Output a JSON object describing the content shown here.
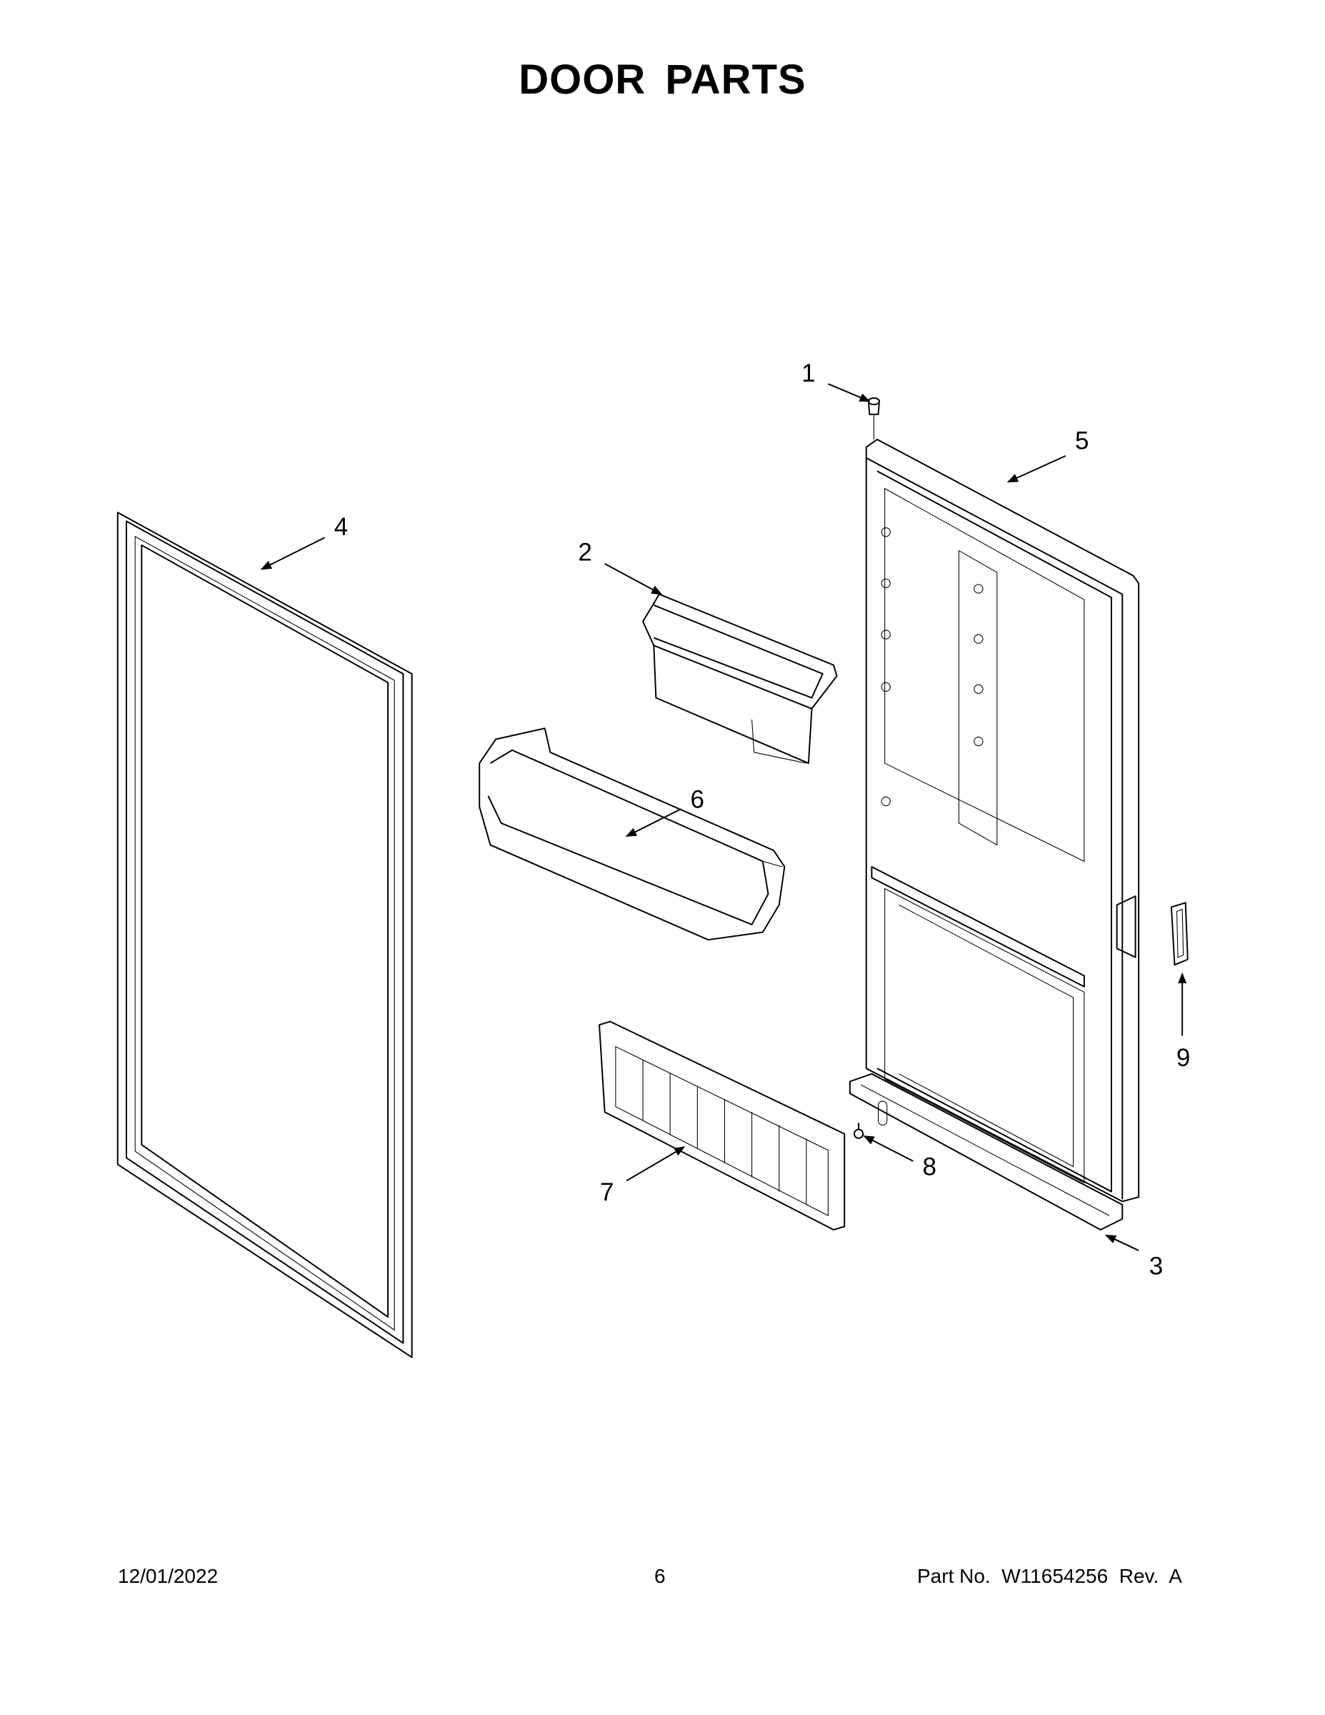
{
  "title": "DOOR PARTS",
  "footer": {
    "date": "12/01/2022",
    "page": "6",
    "part_no": "Part No.  W11654256  Rev.  A"
  },
  "callouts": [
    "1",
    "2",
    "3",
    "4",
    "5",
    "6",
    "7",
    "8",
    "9"
  ]
}
